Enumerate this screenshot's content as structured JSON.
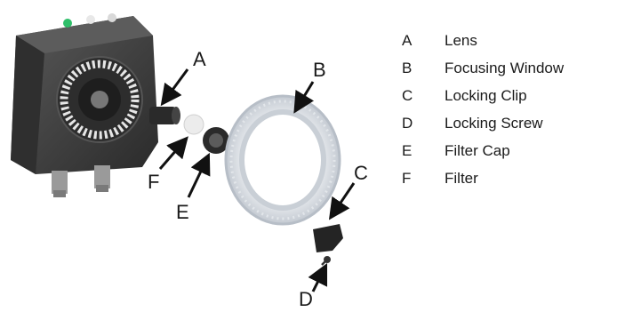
{
  "figure": {
    "callouts": {
      "a": "A",
      "b": "B",
      "c": "C",
      "d": "D",
      "e": "E",
      "f": "F"
    }
  },
  "legend": [
    {
      "letter": "A",
      "label": "Lens"
    },
    {
      "letter": "B",
      "label": "Focusing Window"
    },
    {
      "letter": "C",
      "label": "Locking Clip"
    },
    {
      "letter": "D",
      "label": "Locking Screw"
    },
    {
      "letter": "E",
      "label": "Filter Cap"
    },
    {
      "letter": "F",
      "label": "Filter"
    }
  ],
  "colors": {
    "camera_body": "#3f3f3f",
    "lens_ring": "#d8d8d8",
    "status_led": "#2fbf6a",
    "window_ring": "#c9cfd6",
    "arrow": "#111111"
  }
}
